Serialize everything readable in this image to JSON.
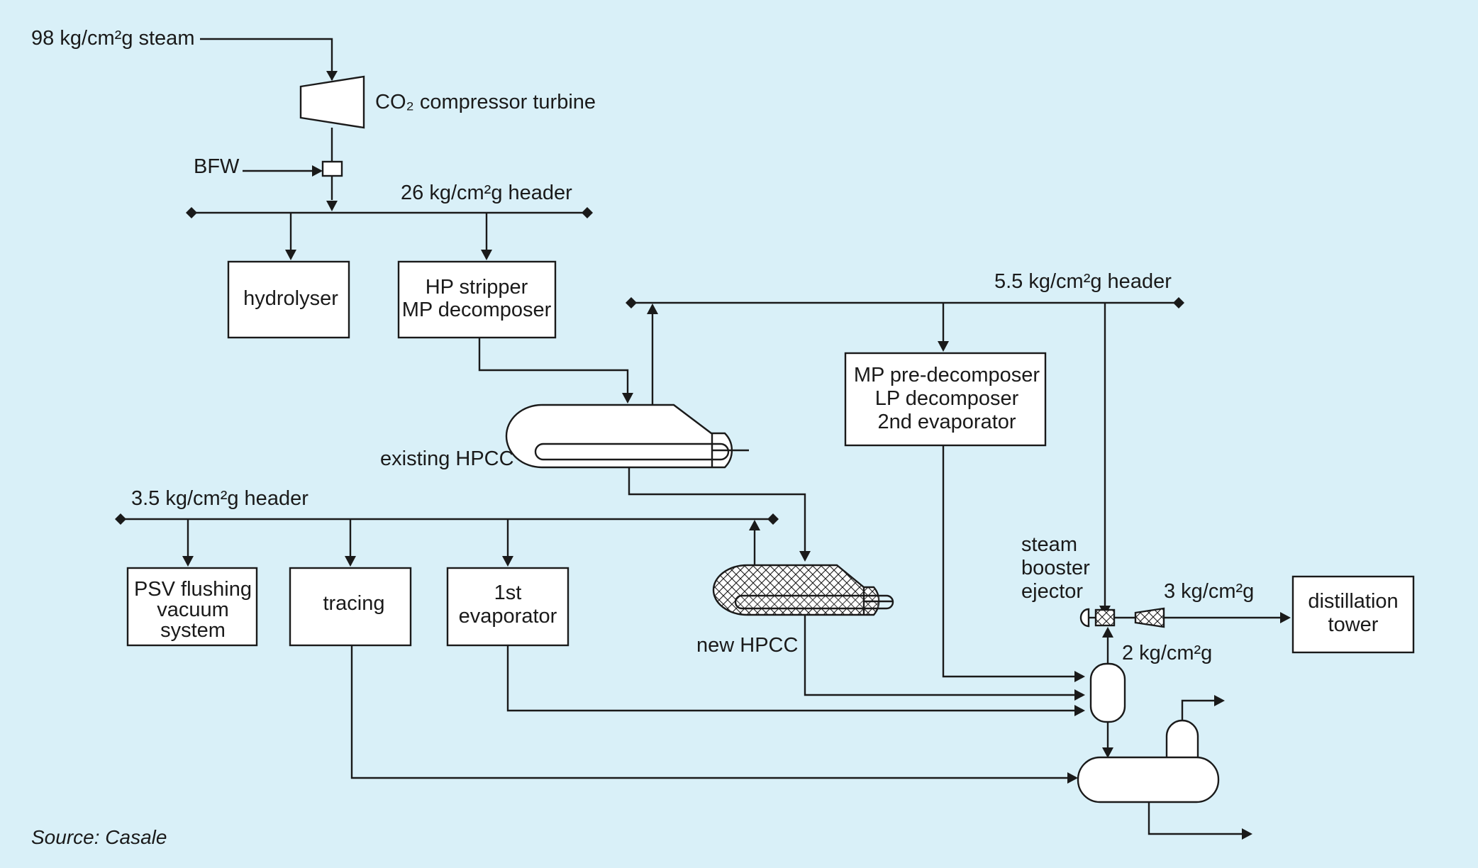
{
  "labels": {
    "steam_98": "98 kg/cm²g steam",
    "co2_turbine": "CO₂ compressor turbine",
    "bfw": "BFW",
    "header_26": "26 kg/cm²g header",
    "header_55": "5.5 kg/cm²g header",
    "header_35": "3.5 kg/cm²g header",
    "existing_hpcc": "existing HPCC",
    "new_hpcc": "new HPCC",
    "steam_booster_ejector": [
      "steam",
      "booster",
      "ejector"
    ],
    "p_3": "3 kg/cm²g",
    "p_2": "2 kg/cm²g",
    "source": "Source: Casale"
  },
  "boxes": {
    "hydrolyser": [
      "hydrolyser"
    ],
    "hp_stripper": [
      "HP stripper",
      "MP decomposer"
    ],
    "mp_pre_decomposer": [
      "MP pre-decomposer",
      "LP decomposer",
      "2nd evaporator"
    ],
    "psv": [
      "PSV flushing",
      "vacuum",
      "system"
    ],
    "tracing": [
      "tracing"
    ],
    "evap1": [
      "1st",
      "evaporator"
    ],
    "distillation": [
      "distillation",
      "tower"
    ]
  },
  "colors": {
    "background": "#d9f0f8",
    "line": "#1a1a1a",
    "box_fill": "#ffffff"
  }
}
